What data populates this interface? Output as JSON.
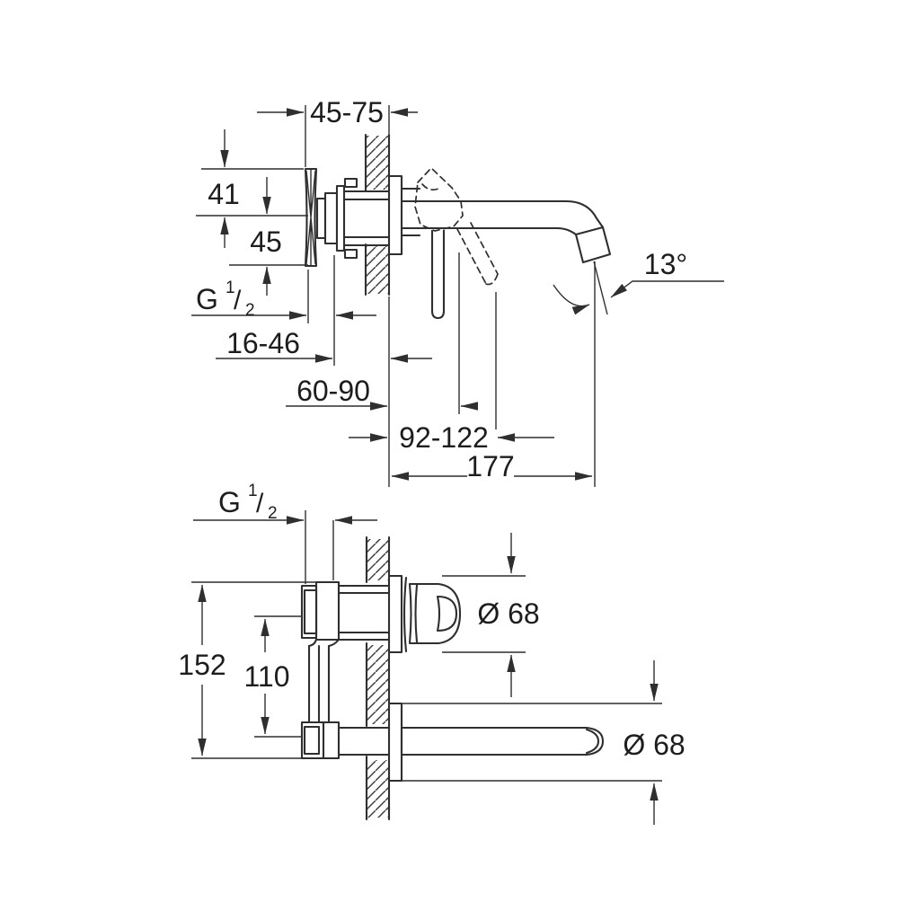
{
  "colors": {
    "background": "#ffffff",
    "line": "#2f2f2f",
    "text": "#1d1d1d"
  },
  "side_view": {
    "dims": {
      "mounting_depth": "45-75",
      "upper_offset": "41",
      "body_offset": "45",
      "thread": {
        "prefix": "G",
        "sup": "1",
        "slash": "/",
        "sub": "2"
      },
      "wall_protrusion": "16-46",
      "handle_range": "60-90",
      "lever_tip_range": "92-122",
      "spout_projection": "177",
      "spout_angle": "13°"
    }
  },
  "plan_view": {
    "dims": {
      "thread": {
        "prefix": "G",
        "sup": "1",
        "slash": "/",
        "sub": "2"
      },
      "overall_height": "152",
      "port_spacing": "110",
      "handle_escutcheon_dia": "Ø 68",
      "spout_escutcheon_dia": "Ø 68"
    }
  }
}
